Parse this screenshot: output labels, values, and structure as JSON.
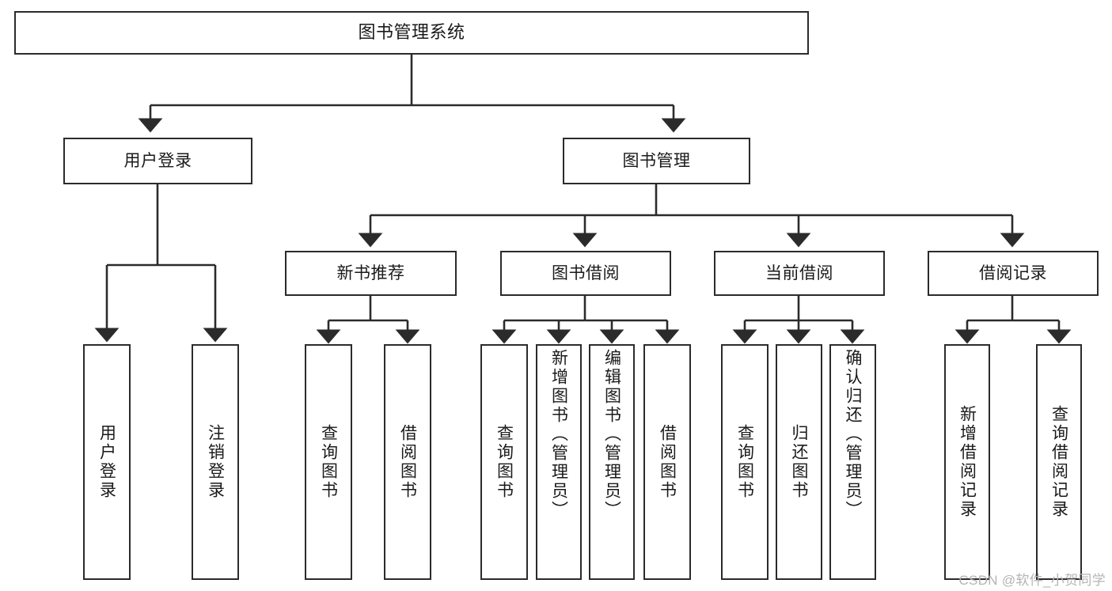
{
  "diagram": {
    "type": "tree",
    "title": "图书管理系统",
    "watermark": "CSDN @软件_小贺同学",
    "colors": {
      "stroke": "#2b2b2b",
      "fill": "#ffffff",
      "text": "#1a1a1a",
      "watermark": "#b4b4b4"
    },
    "nodes": {
      "root": {
        "label": "图书管理系统"
      },
      "level2": [
        {
          "id": "user-login",
          "label": "用户登录"
        },
        {
          "id": "book-manage",
          "label": "图书管理"
        }
      ],
      "level3": [
        {
          "id": "new-book-rec",
          "label": "新书推荐"
        },
        {
          "id": "book-borrow",
          "label": "图书借阅"
        },
        {
          "id": "current-borrow",
          "label": "当前借阅"
        },
        {
          "id": "borrow-record",
          "label": "借阅记录"
        }
      ],
      "leaves": [
        {
          "id": "leaf-user-login",
          "label": "用户登录",
          "group": "user-login"
        },
        {
          "id": "leaf-logout",
          "label": "注销登录",
          "group": "user-login"
        },
        {
          "id": "leaf-query-book-1",
          "label": "查询图书",
          "group": "new-book-rec"
        },
        {
          "id": "leaf-borrow-book-1",
          "label": "借阅图书",
          "group": "new-book-rec"
        },
        {
          "id": "leaf-query-book-2",
          "label": "查询图书",
          "group": "book-borrow"
        },
        {
          "id": "leaf-add-book",
          "label": "新增图书（管理员）",
          "group": "book-borrow"
        },
        {
          "id": "leaf-edit-book",
          "label": "编辑图书（管理员）",
          "group": "book-borrow"
        },
        {
          "id": "leaf-borrow-book-2",
          "label": "借阅图书",
          "group": "book-borrow"
        },
        {
          "id": "leaf-query-book-3",
          "label": "查询图书",
          "group": "current-borrow"
        },
        {
          "id": "leaf-return-book",
          "label": "归还图书",
          "group": "current-borrow"
        },
        {
          "id": "leaf-confirm-return",
          "label": "确认归还（管理员）",
          "group": "current-borrow"
        },
        {
          "id": "leaf-add-record",
          "label": "新增借阅记录",
          "group": "borrow-record"
        },
        {
          "id": "leaf-query-record",
          "label": "查询借阅记录",
          "group": "borrow-record"
        }
      ]
    }
  }
}
